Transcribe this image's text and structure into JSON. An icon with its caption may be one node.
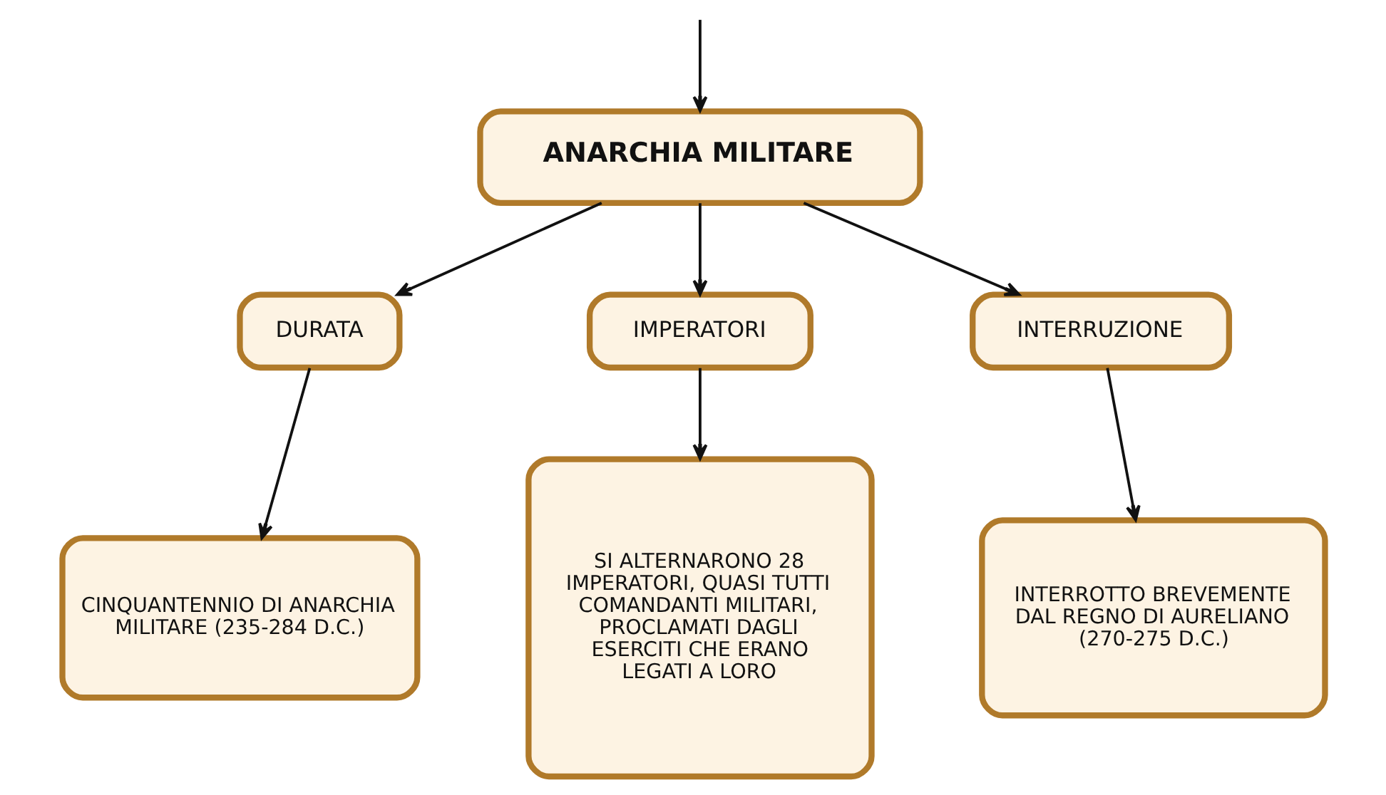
{
  "diagram": {
    "nodes": [
      {
        "text": [
          "ANARCHIA MILITARE"
        ]
      },
      {
        "text": [
          "DURATA"
        ]
      },
      {
        "text": [
          "IMPERATORI"
        ]
      },
      {
        "text": [
          "INTERRUZIONE"
        ]
      },
      {
        "text": [
          "CINQUANTENNIO DI ANARCHIA MILITARE (235-284 D.C.)"
        ]
      },
      {
        "text": [
          "SI ALTERNARONO 28 IMPERATORI, QUASI TUTTI COMANDANTI MILITARI, PROCLAMATI DAGLI ESERCITI CHE ERANO LEGATI A LORO"
        ]
      },
      {
        "text": [
          "INTERROTTO BREVEMENTE DAL REGNO DI AURELIANO (270-275 D.C.)"
        ]
      }
    ],
    "edges": [
      {
        "from": null,
        "to": 0,
        "arrow": "to"
      },
      {
        "from": 0,
        "to": 1,
        "arrow": "to"
      },
      {
        "from": 0,
        "to": 2,
        "arrow": "to"
      },
      {
        "from": 0,
        "to": 3,
        "arrow": "to"
      },
      {
        "from": 1,
        "to": 4,
        "arrow": "to"
      },
      {
        "from": 2,
        "to": 5,
        "arrow": "to"
      },
      {
        "from": 3,
        "to": 6,
        "arrow": "to"
      }
    ]
  }
}
